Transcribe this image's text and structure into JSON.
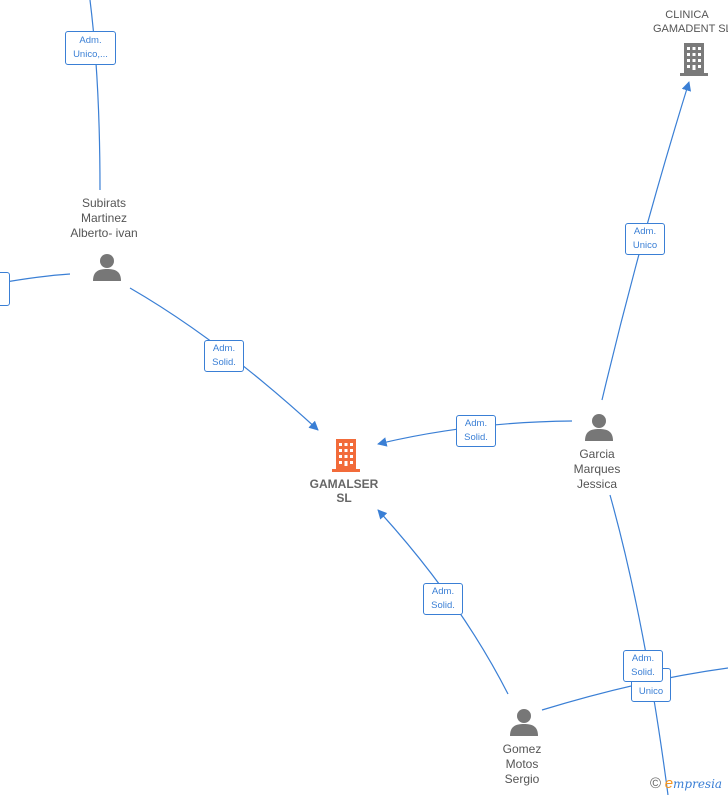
{
  "nodes": {
    "company_main": {
      "line1": "GAMALSER",
      "line2": "SL"
    },
    "company_clinica": {
      "line1": "CLINICA",
      "line2": "GAMADENT  SL"
    },
    "person_subirats": {
      "line1": "Subirats",
      "line2": "Martinez",
      "line3": "Alberto- ivan"
    },
    "person_garcia": {
      "line1": "Garcia",
      "line2": "Marques",
      "line3": "Jessica"
    },
    "person_gomez": {
      "line1": "Gomez",
      "line2": "Motos",
      "line3": "Sergio"
    }
  },
  "edges": {
    "top_subirats": {
      "line1": "Adm.",
      "line2": "Unico,..."
    },
    "subirats_main": {
      "line1": "Adm.",
      "line2": "Solid."
    },
    "garcia_main": {
      "line1": "Adm.",
      "line2": "Solid."
    },
    "garcia_clinica": {
      "line1": "Adm.",
      "line2": "Unico"
    },
    "gomez_main": {
      "line1": "Adm.",
      "line2": "Solid."
    },
    "right_solid": {
      "line1": "Adm.",
      "line2": "Solid."
    },
    "right_unico": {
      "line1": "",
      "line2": "Unico"
    }
  },
  "colors": {
    "edge": "#3a7fd5",
    "company_main": "#f26b3a",
    "company_other": "#7a7a7a",
    "person": "#777777"
  },
  "icons": {
    "company": "building-icon",
    "person": "person-icon"
  },
  "brand": {
    "symbol": "©",
    "e": "e",
    "rest": "mpresia"
  }
}
